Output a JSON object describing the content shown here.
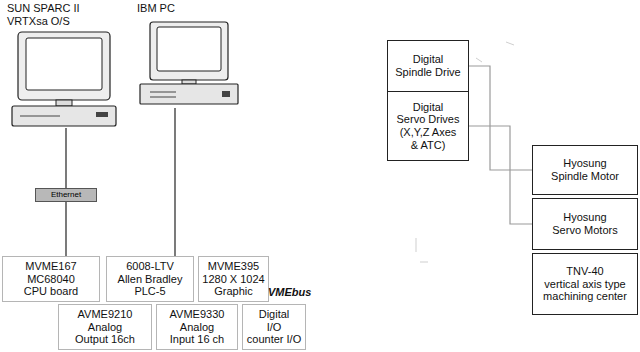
{
  "diagram": {
    "nodes": [
      {
        "text": [
          "SUN SPARC II",
          "VRTXsa O/S"
        ]
      },
      {
        "text": [
          "IBM PC"
        ]
      },
      {
        "text": [
          "Ethernet"
        ]
      },
      {
        "text": [
          "MVME167",
          "MC68040",
          "CPU board"
        ]
      },
      {
        "text": [
          "6008-LTV",
          "Allen Bradley",
          "PLC-5"
        ]
      },
      {
        "text": [
          "MVME395",
          "1280 X 1024",
          "Graphic"
        ]
      },
      {
        "text": [
          "AVME9210",
          "Analog",
          "Output 16ch"
        ]
      },
      {
        "text": [
          "AVME9330",
          "Analog",
          "Input 16 ch"
        ]
      },
      {
        "text": [
          "Digital",
          "I/O",
          "counter I/O"
        ]
      },
      {
        "text": [
          "Digital",
          "Spindle Drive"
        ]
      },
      {
        "text": [
          "Digital",
          "Servo Drives",
          "(X,Y,Z Axes",
          "& ATC)"
        ]
      },
      {
        "text": [
          "Hyosung",
          "Spindle Motor"
        ]
      },
      {
        "text": [
          "Hyosung",
          "Servo Motors"
        ]
      },
      {
        "text": [
          "TNV-40",
          "vertical axis type",
          "machining center"
        ]
      }
    ],
    "edges": [
      {
        "from": 0,
        "to": 2,
        "arrow": "none"
      },
      {
        "from": 2,
        "to": 3,
        "arrow": "none"
      },
      {
        "from": 1,
        "to": 4,
        "arrow": "none"
      },
      {
        "from": 9,
        "to": 11,
        "arrow": "none"
      },
      {
        "from": 10,
        "to": 12,
        "arrow": "none"
      }
    ],
    "labels": [
      "VMEbus"
    ]
  }
}
